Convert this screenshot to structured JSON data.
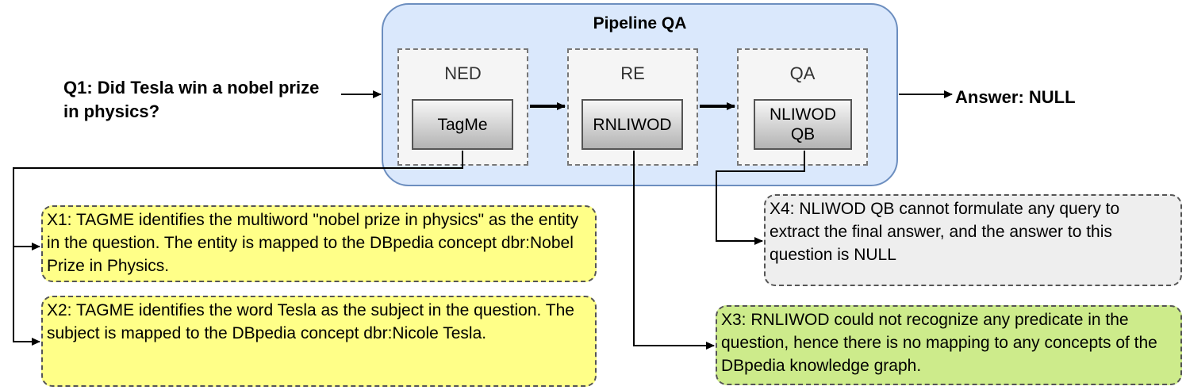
{
  "question": {
    "text": "Q1: Did Tesla win a nobel prize in physics?"
  },
  "pipeline": {
    "title": "Pipeline QA"
  },
  "stages": [
    {
      "label": "NED",
      "tool": "TagMe"
    },
    {
      "label": "RE",
      "tool": "RNLIWOD"
    },
    {
      "label": "QA",
      "tool": "NLIWOD QB"
    }
  ],
  "answer": {
    "text": "Answer: NULL"
  },
  "explanations": {
    "x1": "X1: TAGME identifies the multiword \"nobel prize in physics\" as the entity in the question. The entity is mapped to the DBpedia concept dbr:Nobel Prize in Physics.",
    "x2": "X2: TAGME identifies the word Tesla as the subject in the question. The subject is mapped to the DBpedia concept dbr:Nicole Tesla.",
    "x3": "X3: RNLIWOD could not recognize any predicate in the question, hence there is no mapping to any concepts of the DBpedia knowledge graph.",
    "x4": "X4: NLIWOD QB cannot formulate any query to extract the final answer, and the answer to this question is NULL"
  },
  "colors": {
    "pipeline_fill": "#dae8fc",
    "pipeline_border": "#6c8ebf",
    "note_yellow": "#ffff88",
    "note_grey": "#eeeeee",
    "note_green": "#cdeb8b"
  }
}
